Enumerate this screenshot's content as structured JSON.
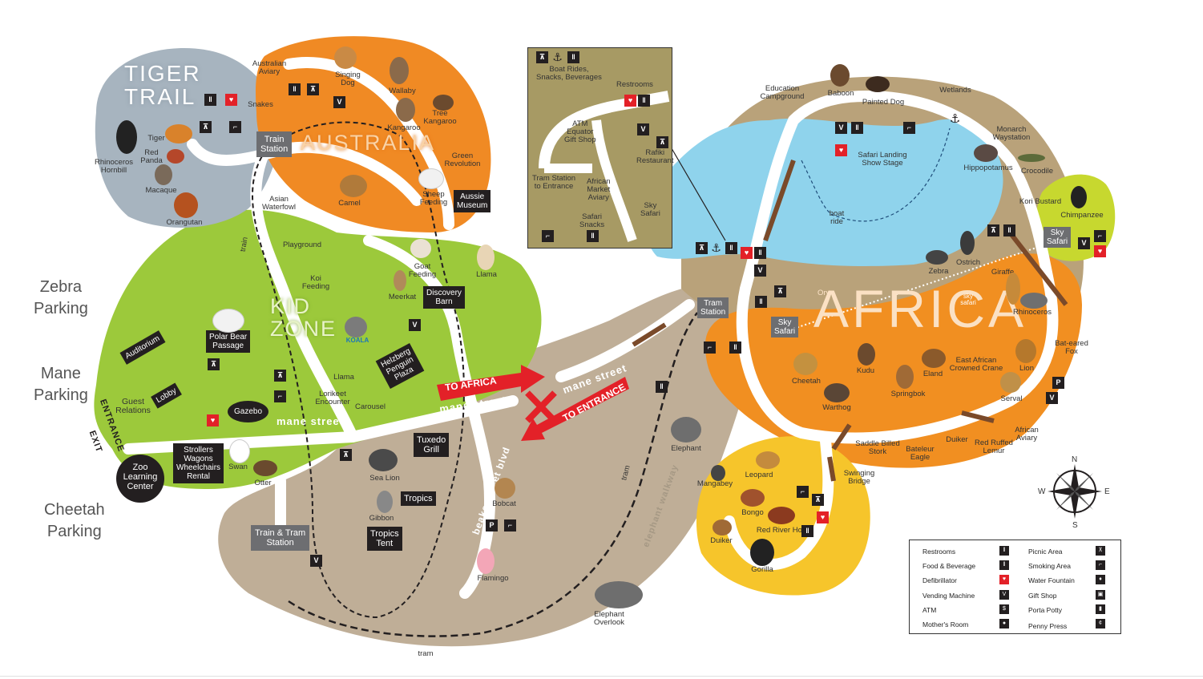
{
  "regions": {
    "tiger_trail": "TIGER\nTRAIL",
    "australia": "AUSTRALIA",
    "kid_zone": "KID\nZONE",
    "africa": "AFRICA"
  },
  "parking": {
    "zebra": "Zebra\nParking",
    "mane": "Mane\nParking",
    "cheetah": "Cheetah\nParking"
  },
  "roads": {
    "mane_street_1": "mane street",
    "mane_street_2": "mane street",
    "mane_street_3": "mane street",
    "beaks_feet": "beaks & feet blvd",
    "elephant_walkway": "elephant walkway",
    "to_africa": "TO AFRICA",
    "to_entrance": "TO ENTRANCE",
    "entrance": "ENTRANCE",
    "exit": "EXIT"
  },
  "labels": {
    "australian_aviary": "Australian\nAviary",
    "snakes": "Snakes",
    "singing_dog": "Singing\nDog",
    "wallaby": "Wallaby",
    "tree_kangaroo": "Tree\nKangaroo",
    "kangaroo": "Kangaroo",
    "green_revolution": "Green\nRevolution",
    "sheep_feeding": "Sheep\nFeeding",
    "camel": "Camel",
    "asian_waterfowl": "Asian\nWaterfowl",
    "playground": "Playground",
    "tiger": "Tiger",
    "rhinoceros_hornbill": "Rhinoceros\nHornbill",
    "red_panda": "Red\nPanda",
    "macaque": "Macaque",
    "orangutan": "Orangutan",
    "goat_feeding": "Goat\nFeeding",
    "llama_1": "Llama",
    "meerkat": "Meerkat",
    "koi_feeding": "Koi\nFeeding",
    "koala": "KOALA",
    "llama_2": "Llama",
    "lorikeet_encounter": "Lorikeet\nEncounter",
    "carousel": "Carousel",
    "swan": "Swan",
    "otter": "Otter",
    "sea_lion": "Sea Lion",
    "gibbon": "Gibbon",
    "bobcat": "Bobcat",
    "flamingo": "Flamingo",
    "elephant": "Elephant",
    "elephant_overlook": "Elephant\nOverlook",
    "tram_1": "tram",
    "tram_2": "tram",
    "train": "train",
    "guest_relations": "Guest\nRelations",
    "education_campground": "Education\nCampground",
    "baboon": "Baboon",
    "painted_dog": "Painted Dog",
    "wetlands": "Wetlands",
    "monarch_waystation": "Monarch\nWaystation",
    "safari_landing": "Safari Landing\nShow Stage",
    "hippopotamus": "Hippopotamus",
    "crocodile": "Crocodile",
    "kori_bustard": "Kori Bustard",
    "chimpanzee": "Chimpanzee",
    "boat_ride": "boat\nride",
    "zebra": "Zebra",
    "ostrich": "Ostrich",
    "giraffe": "Giraffe",
    "oryx": "Oryx",
    "sky_safari_small": "sky\nsafari",
    "rhinoceros": "Rhinoceros",
    "bat_eared_fox": "Bat-eared\nFox",
    "cheetah": "Cheetah",
    "kudu": "Kudu",
    "eland": "Eland",
    "east_african_crowned_crane": "East African\nCrowned Crane",
    "lion": "Lion",
    "springbok": "Springbok",
    "warthog": "Warthog",
    "serval": "Serval",
    "saddle_billed_stork": "Saddle Billed\nStork",
    "bateleur_eagle": "Bateleur\nEagle",
    "duiker_1": "Duiker",
    "red_ruffed_lemur": "Red Ruffed\nLemur",
    "african_aviary": "African\nAviary",
    "swinging_bridge": "Swinging\nBridge",
    "leopard": "Leopard",
    "mangabey": "Mangabey",
    "bongo": "Bongo",
    "red_river_hog": "Red River Hog",
    "duiker_2": "Duiker",
    "gorilla": "Gorilla"
  },
  "boxes": {
    "train_station": "Train\nStation",
    "aussie_museum": "Aussie\nMuseum",
    "discovery_barn": "Discovery\nBarn",
    "polar_bear_passage": "Polar Bear\nPassage",
    "auditorium": "Auditorium",
    "lobby": "Lobby",
    "gazebo": "Gazebo",
    "helzberg": "Helzberg\nPenguin\nPlaza",
    "tuxedo_grill": "Tuxedo\nGrill",
    "strollers": "Strollers\nWagons\nWheelchairs\nRental",
    "zoo_learning": "Zoo\nLearning\nCenter",
    "tropics": "Tropics",
    "tropics_tent": "Tropics\nTent",
    "train_tram_station": "Train & Tram\nStation",
    "tram_station": "Tram\nStation",
    "sky_safari_1": "Sky\nSafari",
    "sky_safari_2": "Sky\nSafari"
  },
  "inset": {
    "boat_rides": "Boat Rides,\nSnacks, Beverages",
    "restrooms": "Restrooms",
    "atm_equator": "ATM\nEquator\nGift Shop",
    "rafiki": "Rafiki\nRestaurant",
    "tram_station": "Tram Station\nto Entrance",
    "african_market": "African\nMarket\nAviary",
    "safari_snacks": "Safari\nSnacks",
    "sky_safari": "Sky\nSafari"
  },
  "legend": {
    "left": [
      "Restrooms",
      "Food & Beverage",
      "Defibrillator",
      "Vending Machine",
      "ATM",
      "Mother's Room"
    ],
    "right": [
      "Picnic Area",
      "Smoking Area",
      "Water Fountain",
      "Gift Shop",
      "Porta Potty",
      "Penny Press"
    ]
  },
  "compass": {
    "n": "N",
    "s": "S",
    "e": "E",
    "w": "W"
  },
  "colors": {
    "tiger_trail": "#a7b4bf",
    "australia": "#f08a24",
    "kid_zone": "#9cc93b",
    "tan": "#bfae97",
    "africa_orange": "#f18f21",
    "africa_tan": "#b9a27a",
    "water": "#8fd3ec",
    "yellow": "#f6c52b",
    "lime": "#c7d82f",
    "inset_bg": "#a79a64",
    "red_arrow": "#e32128"
  }
}
